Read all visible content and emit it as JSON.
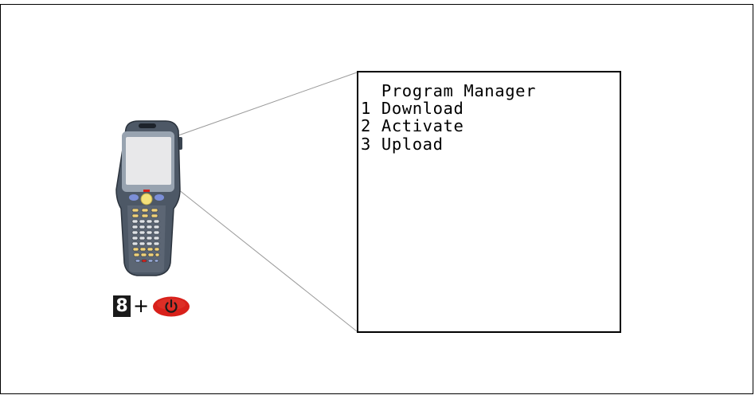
{
  "screen": {
    "lines": [
      "  Program Manager",
      "1 Download",
      "2 Activate",
      "3 Upload"
    ]
  },
  "key_combo": {
    "key": "8",
    "plus": "+",
    "second_key_icon": "power-icon"
  },
  "colors": {
    "device_body": "#4a5563",
    "device_screen": "#e8e8ea",
    "power_key": "#d8201a",
    "key_yellow": "#f3e07a",
    "key_blue": "#7c8fd8"
  }
}
